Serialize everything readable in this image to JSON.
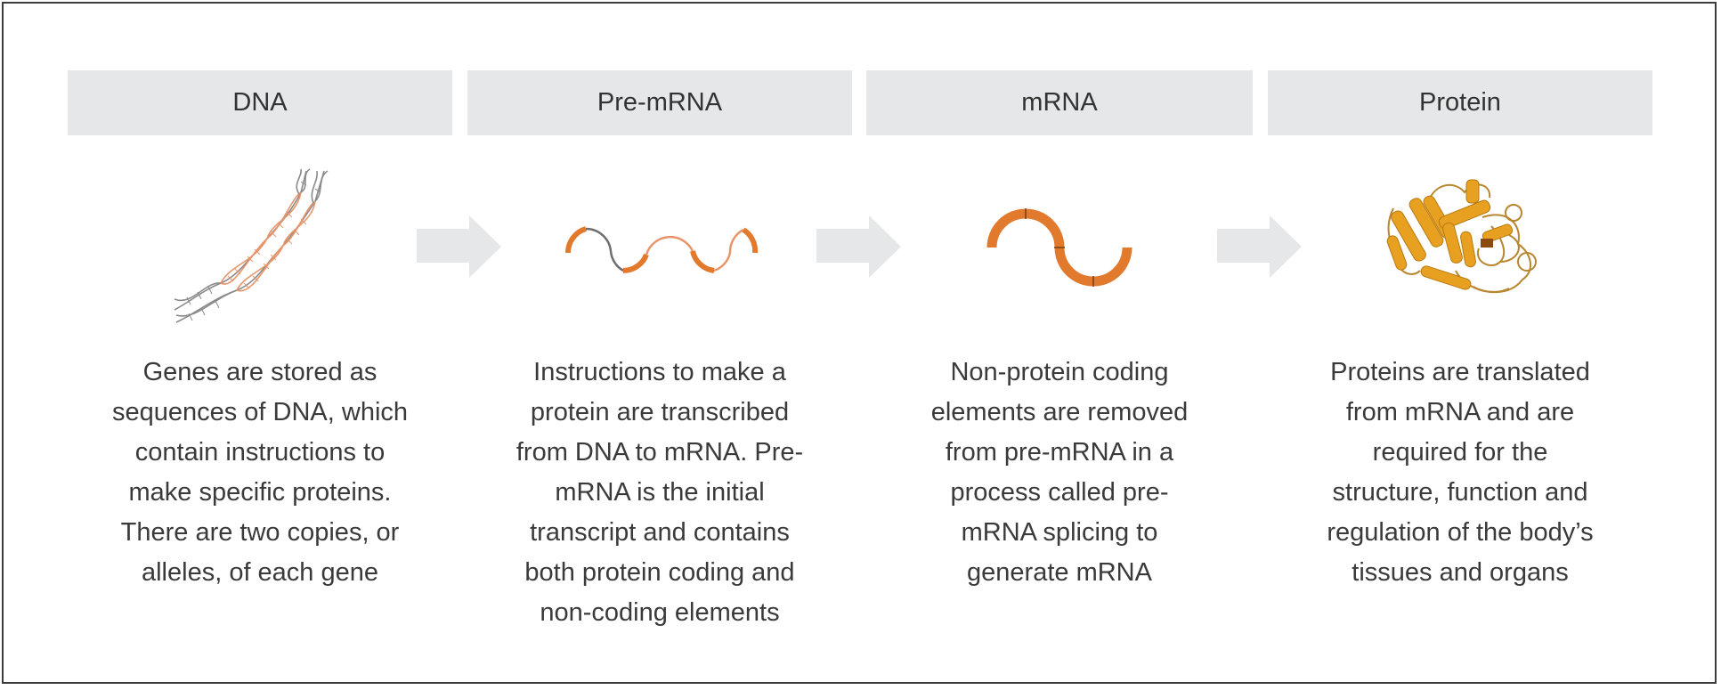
{
  "colors": {
    "header_bg": "#E6E7E8",
    "arrow": "#E6E7E8",
    "accent_orange": "#E27A2E",
    "dna_orange": "#E8956A",
    "protein_gold": "#E8A020",
    "text": "#3a3a3a",
    "frame": "#3c3c3c"
  },
  "steps": [
    {
      "title": "DNA",
      "icon": "dna-double-helix-icon",
      "description": "Genes are stored as\nsequences of DNA, which\ncontain instructions to\nmake specific proteins.\nThere are two copies, or\nalleles, of each gene"
    },
    {
      "title": "Pre-mRNA",
      "icon": "pre-mrna-strand-icon",
      "description": "Instructions to make a\nprotein are transcribed\nfrom DNA to mRNA.  Pre-\nmRNA is the initial\ntranscript and contains\nboth protein coding and\nnon-coding elements"
    },
    {
      "title": "mRNA",
      "icon": "mrna-strand-icon",
      "description": "Non-protein coding\nelements are removed\nfrom pre-mRNA in a\nprocess called pre-\nmRNA splicing to\ngenerate mRNA"
    },
    {
      "title": "Protein",
      "icon": "protein-structure-icon",
      "description": "Proteins are translated\nfrom mRNA and are\nrequired for the\nstructure, function and\nregulation of the body’s\ntissues and organs"
    }
  ],
  "arrows": [
    {
      "from": "DNA",
      "to": "Pre-mRNA",
      "icon": "right-arrow-icon"
    },
    {
      "from": "Pre-mRNA",
      "to": "mRNA",
      "icon": "right-arrow-icon"
    },
    {
      "from": "mRNA",
      "to": "Protein",
      "icon": "right-arrow-icon"
    }
  ]
}
